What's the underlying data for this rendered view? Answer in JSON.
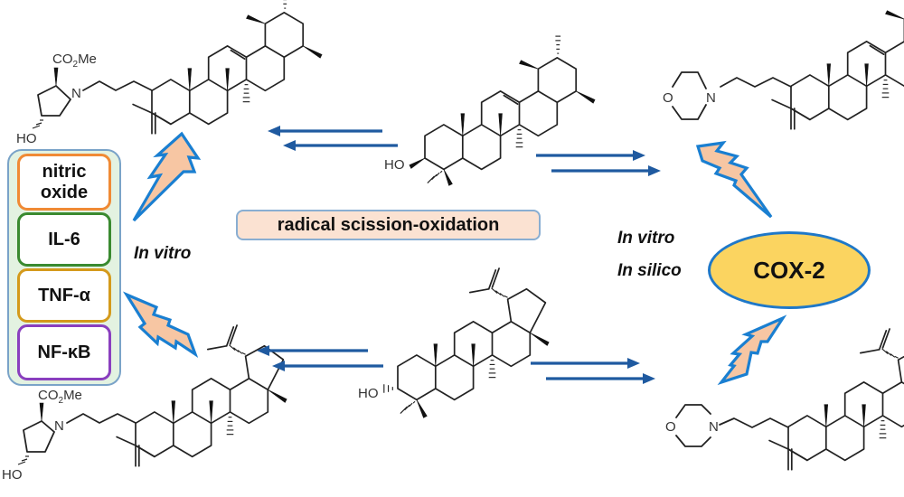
{
  "title": "Radical scission-oxidation derivatives of ursolic-type and lupane-type triterpenoids with anti-inflammatory targets",
  "center": {
    "method_label": "radical scission-oxidation",
    "top_compound": {
      "name": "alpha-amyrin-type triterpenol",
      "atoms": {
        "hydroxyl": "HO"
      }
    },
    "bottom_compound": {
      "name": "lupeol-type triterpenol",
      "atoms": {
        "hydroxyl": "HO"
      }
    }
  },
  "left": {
    "assay_label": "In vitro",
    "top_product": {
      "name": "hydroxyproline ester derivative (ursane-type)",
      "atoms": {
        "ester": "CO",
        "ester_sub": "2",
        "ester_tail": "Me",
        "nitrogen": "N",
        "hydroxyl": "HO"
      }
    },
    "bottom_product": {
      "name": "hydroxyproline ester derivative (lupane-type)",
      "atoms": {
        "ester": "CO",
        "ester_sub": "2",
        "ester_tail": "Me",
        "nitrogen": "N",
        "hydroxyl": "HO"
      }
    },
    "markers": [
      {
        "label": "nitric oxide",
        "color": "#f08a35"
      },
      {
        "label": "IL-6",
        "color": "#3a8a30"
      },
      {
        "label": "TNF-α",
        "color": "#d49a1c"
      },
      {
        "label": "NF-κB",
        "color": "#8a3fbf"
      }
    ]
  },
  "right": {
    "assay_labels": [
      "In vitro",
      "In silico"
    ],
    "target": {
      "label": "COX-2",
      "fill": "#fbd460",
      "border": "#1f78c8"
    },
    "top_product": {
      "name": "morpholine derivative (ursane-type)",
      "atoms": {
        "nitrogen": "N",
        "oxygen": "O"
      }
    },
    "bottom_product": {
      "name": "morpholine derivative (lupane-type)",
      "atoms": {
        "nitrogen": "N",
        "oxygen": "O"
      }
    }
  },
  "colors": {
    "arrow": "#1f5aa0",
    "bolt_fill": "#f7c6a3",
    "bolt_stroke": "#1a7fd1",
    "panel_fill": "#e3f2e1",
    "pill_fill": "#fbe2d2"
  }
}
